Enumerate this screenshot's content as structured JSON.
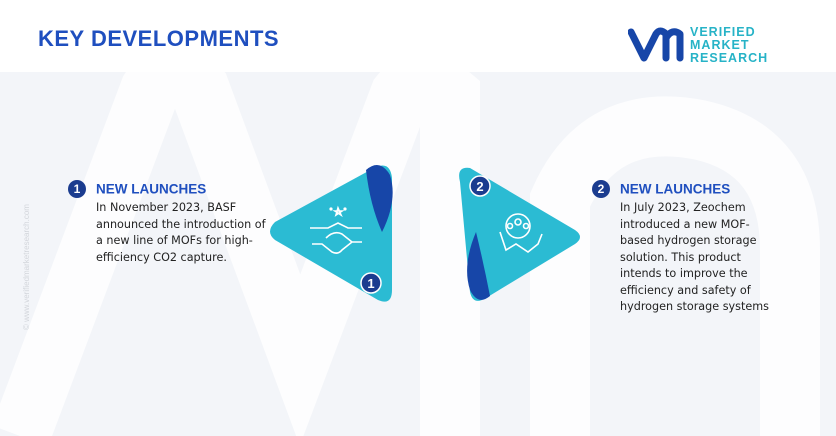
{
  "header": {
    "title": "KEY DEVELOPMENTS"
  },
  "logo": {
    "line1": "VERIFIED",
    "line2": "MARKET",
    "line3": "RESEARCH",
    "mark": "vmr"
  },
  "watermark": "© www.verifiedmarketresearch.com",
  "developments": [
    {
      "number": "1",
      "heading": "NEW LAUNCHES",
      "text": "In November 2023, BASF announced the introduction of a new line of MOFs for high-efficiency CO2 capture.",
      "icon": "handshake-star-icon"
    },
    {
      "number": "2",
      "heading": "NEW LAUNCHES",
      "text": "In July 2023, Zeochem introduced a new MOF-based hydrogen storage solution. This product intends to improve the efficiency and safety of hydrogen storage systems",
      "icon": "team-handshake-gear-icon"
    }
  ],
  "colors": {
    "title": "#1f4fbf",
    "teal": "#2bbbd3",
    "navy": "#1b3c8f",
    "dark_band": "#1746a8"
  }
}
